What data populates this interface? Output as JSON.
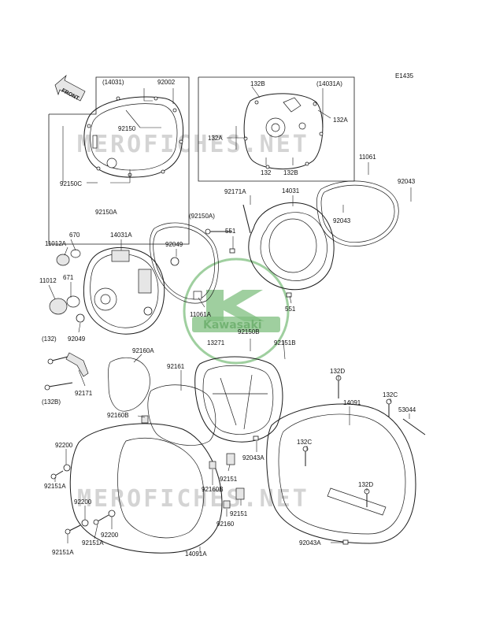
{
  "diagram": {
    "code": "E1435",
    "front_label": "FRONT",
    "watermark": "MEROFICHES.NET",
    "brand_logo_text": "Kawasaki",
    "labels": {
      "l_14031_paren": "(14031)",
      "l_92002": "92002",
      "l_92150_top": "92150",
      "l_92150C": "92150C",
      "l_92150A_box": "92150A",
      "l_132B_top": "132B",
      "l_14031A_paren": "(14031A)",
      "l_132A_right": "132A",
      "l_132A_left": "132A",
      "l_132": "132",
      "l_132B_bot": "132B",
      "l_11061": "11061",
      "l_92043_top": "92043",
      "l_92043_mid": "92043",
      "l_92171A": "92171A",
      "l_14031": "14031",
      "l_92150A_paren": "(92150A)",
      "l_551_a": "551",
      "l_670": "670",
      "l_11012A": "11012A",
      "l_14031A": "14031A",
      "l_92049_a": "92049",
      "l_671": "671",
      "l_11012": "11012",
      "l_11061A": "11061A",
      "l_551_b": "551",
      "l_92150B": "92150B",
      "l_13271": "13271",
      "l_92151B": "92151B",
      "l_132_paren": "(132)",
      "l_92049_b": "92049",
      "l_92160A": "92160A",
      "l_92161": "92161",
      "l_92171": "92171",
      "l_132B_paren": "(132B)",
      "l_132D_top": "132D",
      "l_14091": "14091",
      "l_132C_top": "132C",
      "l_53044": "53044",
      "l_92160B_a": "92160B",
      "l_92200_a": "92200",
      "l_92151A_a": "92151A",
      "l_92043A_a": "92043A",
      "l_132C_mid": "132C",
      "l_92151_a": "92151",
      "l_92160B_b": "92160B",
      "l_132D_mid": "132D",
      "l_92200_b": "92200",
      "l_92151_b": "92151",
      "l_92160": "92160",
      "l_92200_c": "92200",
      "l_92151A_b": "92151A",
      "l_92151A_c": "92151A",
      "l_14091A": "14091A",
      "l_92043A_b": "92043A"
    }
  }
}
